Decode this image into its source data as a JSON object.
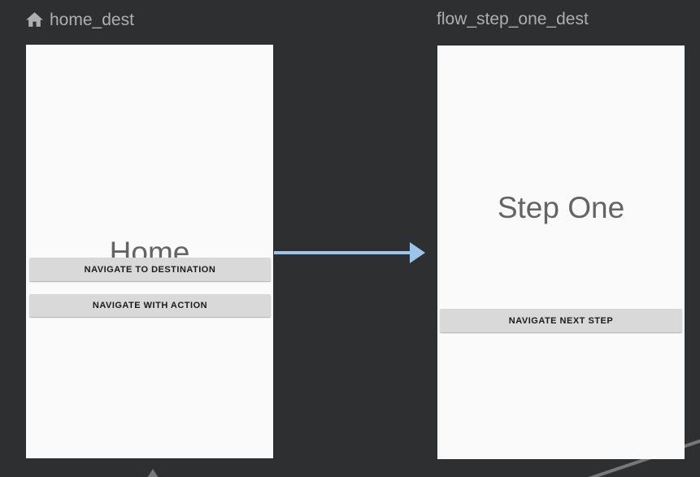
{
  "editor": {
    "name": "navigation-graph-canvas"
  },
  "colors": {
    "canvas_bg": "#2d2f31",
    "card_bg": "#fafafa",
    "button_bg": "#d9d9d9",
    "button_text": "#1b1b1b",
    "title_text": "#646464",
    "label_text": "#adafb1",
    "action_arrow": "#9cc4ea",
    "edge_gray": "#787878"
  },
  "destinations": [
    {
      "label": "home_dest",
      "is_start_destination": true,
      "screen": {
        "title": "Home",
        "buttons": [
          "NAVIGATE TO DESTINATION",
          "NAVIGATE WITH ACTION"
        ]
      }
    },
    {
      "label": "flow_step_one_dest",
      "is_start_destination": false,
      "screen": {
        "title": "Step One",
        "buttons": [
          "NAVIGATE NEXT STEP"
        ]
      }
    }
  ],
  "edges": [
    {
      "type": "action",
      "from": "home_dest",
      "to": "flow_step_one_dest"
    },
    {
      "type": "partial-arrowhead",
      "at": "bottom of home_dest"
    },
    {
      "type": "partial-line",
      "at": "bottom-right corner"
    }
  ]
}
